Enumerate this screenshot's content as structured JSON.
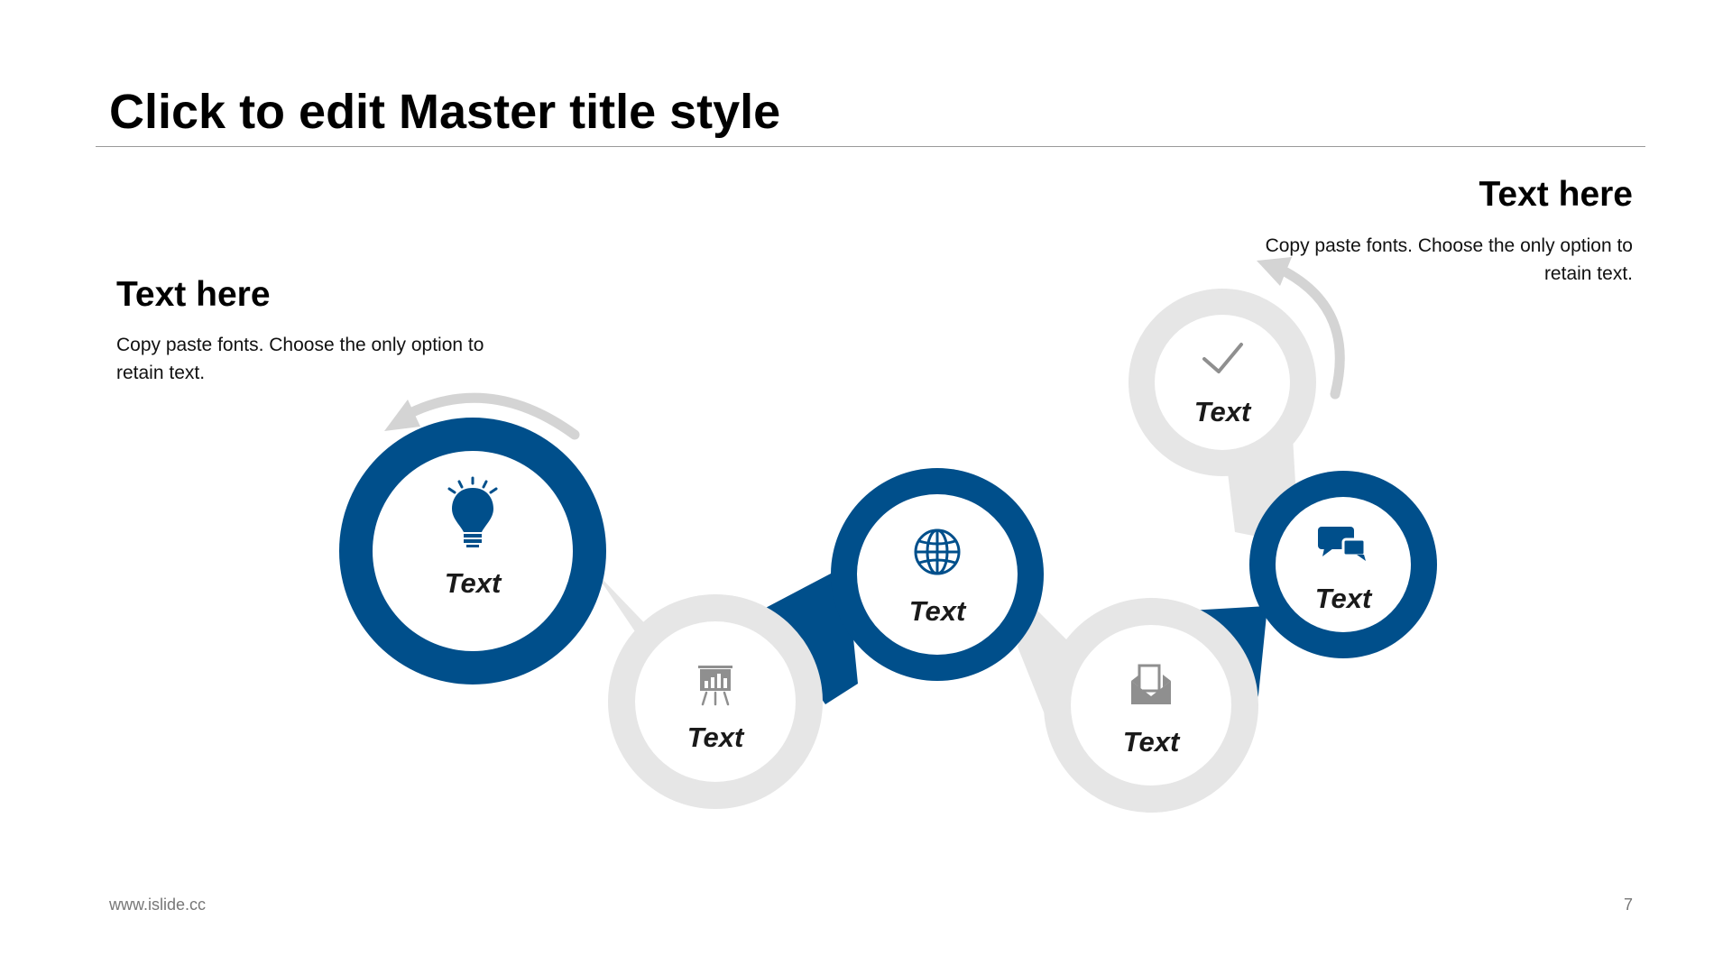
{
  "slide": {
    "title": "Click to edit Master title style",
    "footer_url": "www.islide.cc",
    "page_number": "7"
  },
  "blocks": {
    "left": {
      "heading": "Text here",
      "body": "Copy paste fonts. Choose the only option to retain text."
    },
    "right": {
      "heading": "Text here",
      "body": "Copy paste fonts. Choose the only option to retain text."
    }
  },
  "colors": {
    "accent": "#004f8b",
    "light_gray": "#e6e6e6",
    "icon_gray": "#8f8f8f",
    "arrow_gray": "#d4d4d4"
  },
  "nodes": [
    {
      "label": "Text",
      "icon": "lightbulb-icon",
      "style": "blue"
    },
    {
      "label": "Text",
      "icon": "presentation-chart-icon",
      "style": "gray"
    },
    {
      "label": "Text",
      "icon": "globe-icon",
      "style": "blue"
    },
    {
      "label": "Text",
      "icon": "envelope-document-icon",
      "style": "gray"
    },
    {
      "label": "Text",
      "icon": "chat-bubbles-icon",
      "style": "blue"
    },
    {
      "label": "Text",
      "icon": "checkmark-icon",
      "style": "gray"
    }
  ]
}
